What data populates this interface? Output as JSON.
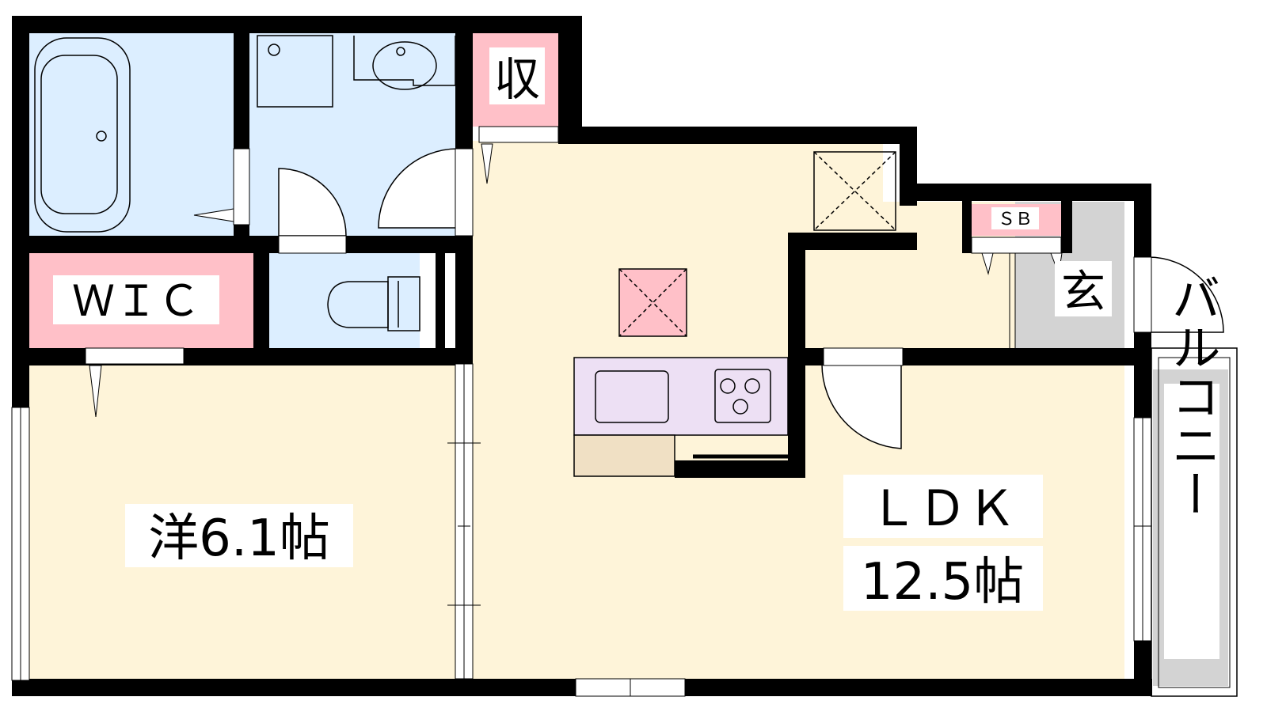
{
  "colors": {
    "wet_area": "#dceeff",
    "room_floor": "#fef4d9",
    "storage": "#ffc0c8",
    "kitchen": "#ede0f4",
    "counter": "#f0e0c4",
    "entrance": "#d3d3d3",
    "wall": "#000000",
    "balcony": "#d3d3d3"
  },
  "labels": {
    "storage": "収",
    "wic": "ＷＩＣ",
    "western_room": "洋6.1帖",
    "ldk": "ＬＤＫ",
    "ldk_size": "12.5帖",
    "shoe_box": "ＳＢ",
    "entrance": "玄",
    "balcony": "バルコニー"
  }
}
